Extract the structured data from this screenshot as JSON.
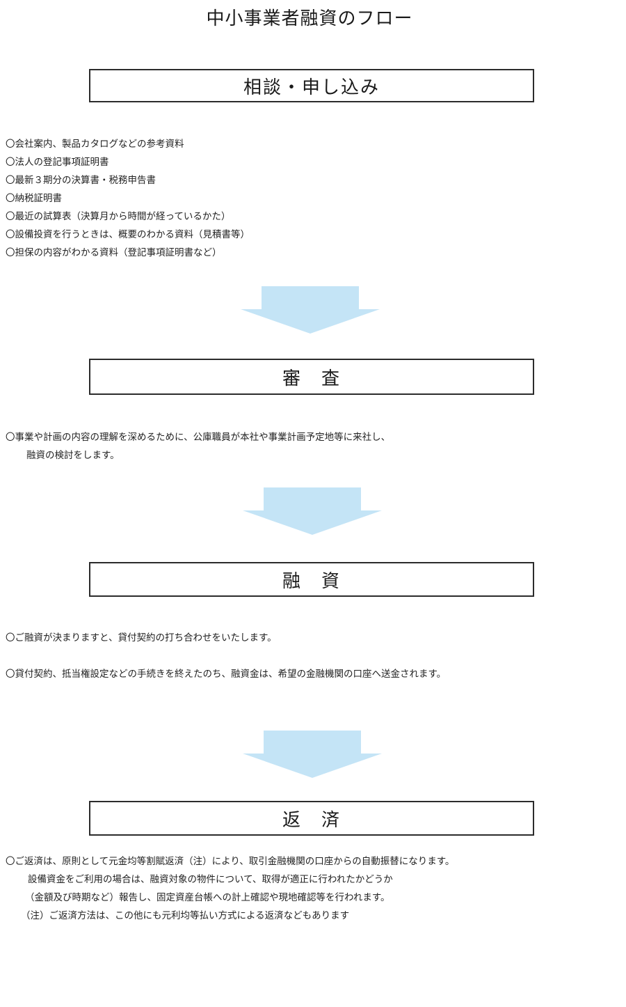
{
  "title": "中小事業者融資のフロー",
  "colors": {
    "arrow_fill": "#c4e4f6",
    "box_border": "#2b2b2b"
  },
  "steps": [
    {
      "label": "相談・申し込み",
      "lines": [
        "〇会社案内、製品カタログなどの参考資料",
        "〇法人の登記事項証明書",
        "〇最新３期分の決算書・税務申告書",
        "〇納税証明書",
        "〇最近の試算表（決算月から時間が経っているかた）",
        "〇設備投資を行うときは、概要のわかる資料（見積書等）",
        "〇担保の内容がわかる資料（登記事項証明書など）"
      ]
    },
    {
      "label": "審　査",
      "lines": [
        "〇事業や計画の内容の理解を深めるために、公庫職員が本社や事業計画予定地等に来社し、",
        "融資の検討をします。"
      ]
    },
    {
      "label": "融　資",
      "lines": [
        "〇ご融資が決まりますと、貸付契約の打ち合わせをいたします。",
        "〇貸付契約、抵当権設定などの手続きを終えたのち、融資金は、希望の金融機関の口座へ送金されます。"
      ]
    },
    {
      "label": "返　済",
      "lines": [
        "〇ご返済は、原則として元金均等割賦返済（注）により、取引金融機関の口座からの自動振替になります。",
        "設備資金をご利用の場合は、融資対象の物件について、取得が適正に行われたかどうか",
        "（金額及び時期など）報告し、固定資産台帳への計上確認や現地確認等を行われます。",
        "（注）ご返済方法は、この他にも元利均等払い方式による返済などもあります"
      ]
    }
  ]
}
